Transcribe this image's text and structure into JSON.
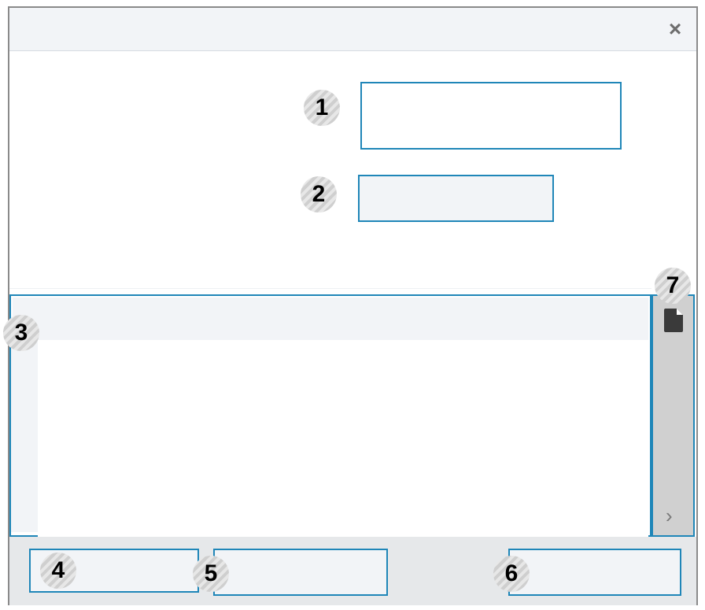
{
  "window": {
    "close_label": "×"
  },
  "callouts": {
    "c1": "1",
    "c2": "2",
    "c3": "3",
    "c4": "4",
    "c5": "5",
    "c6": "6",
    "c7": "7"
  },
  "icons": {
    "close": "close-icon",
    "document": "document-icon",
    "chevron_right": "chevron-right-icon"
  },
  "colors": {
    "highlight": "#1f86b8",
    "panel_shade": "#f2f4f7",
    "footer_bg": "#e6e8ea",
    "side_panel_bg": "#d0d0d0"
  },
  "side_panel": {
    "chevron_label": "›"
  }
}
